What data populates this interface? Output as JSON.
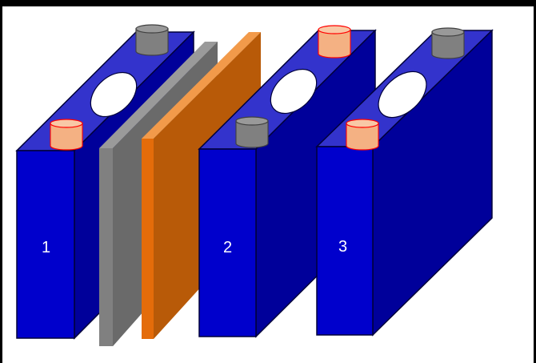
{
  "figure": {
    "cells": [
      {
        "label": "1",
        "top_left_terminal": "positive",
        "top_right_terminal": "negative"
      },
      {
        "label": "2",
        "top_left_terminal": "negative",
        "top_right_terminal": "positive"
      },
      {
        "label": "3",
        "top_left_terminal": "positive",
        "top_right_terminal": "negative"
      }
    ],
    "plates": [
      "gray",
      "orange"
    ],
    "colors": {
      "cell_front": "#0000CC",
      "cell_side": "#00009A",
      "cell_top": "#3333CC",
      "cell_outline": "#00003a",
      "positive_terminal": "#F4B183",
      "positive_outline": "#FF0000",
      "negative_terminal": "#808080",
      "negative_outline": "#404040",
      "plate_gray_front": "#808080",
      "plate_gray_side": "#606060",
      "plate_orange_front": "#E46C0A",
      "plate_orange_side": "#B85A08",
      "frame": "#000000",
      "background": "#FFFFFF"
    }
  }
}
